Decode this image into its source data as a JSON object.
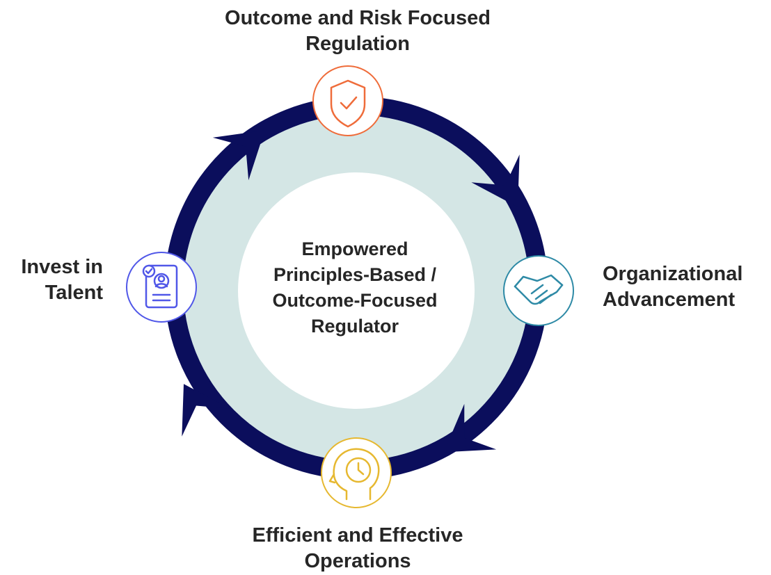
{
  "center": {
    "lines": [
      "Empowered",
      "Principles-Based /",
      "Outcome-Focused",
      "Regulator"
    ]
  },
  "nodes": [
    {
      "id": "top",
      "lines": [
        "Outcome and Risk Focused",
        "Regulation"
      ],
      "icon": "shield-check-icon",
      "color": "#ef6c3a"
    },
    {
      "id": "right",
      "lines": [
        "Organizational",
        "Advancement"
      ],
      "icon": "handshake-icon",
      "color": "#2e8aa6"
    },
    {
      "id": "bottom",
      "lines": [
        "Efficient and Effective",
        "Operations"
      ],
      "icon": "head-clock-icon",
      "color": "#e6b830"
    },
    {
      "id": "left",
      "lines": [
        "Invest in",
        "Talent"
      ],
      "icon": "profile-document-icon",
      "color": "#5057e8"
    }
  ],
  "colors": {
    "ring": "#0b0e5c",
    "fill": "#d4e6e5",
    "inner": "#ffffff"
  }
}
